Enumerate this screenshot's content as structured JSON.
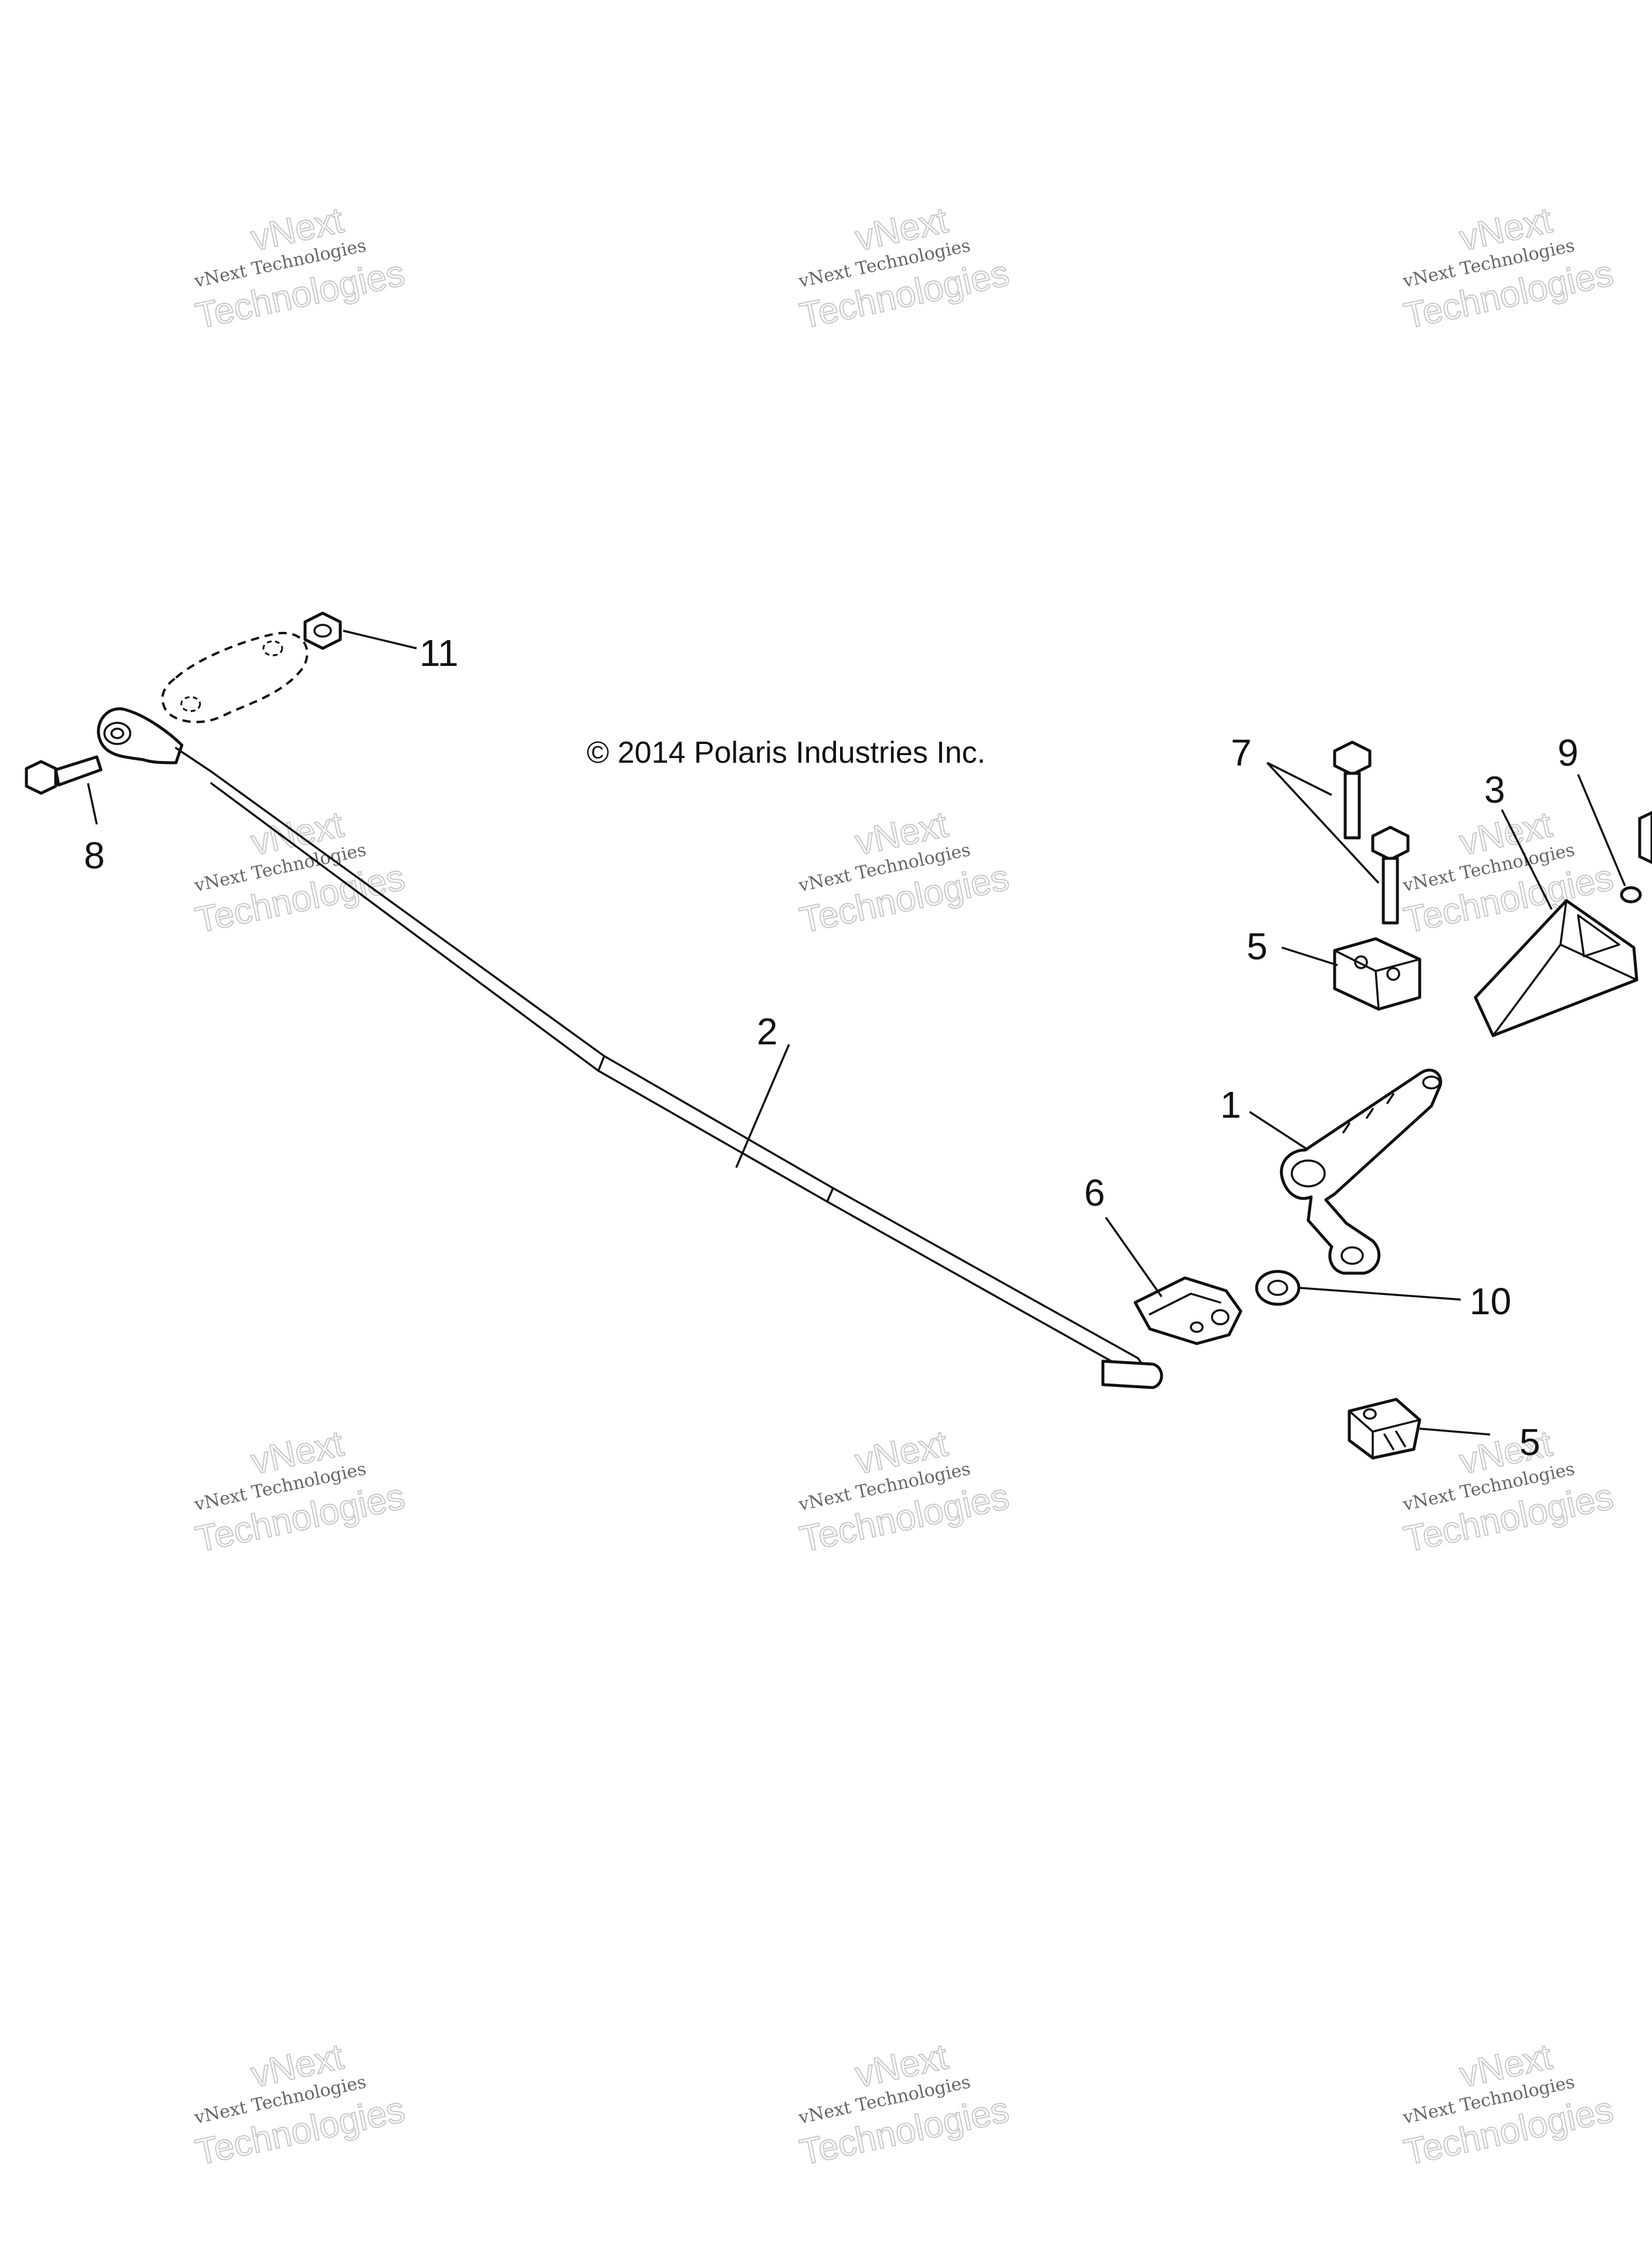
{
  "copyright": "© 2014 Polaris Industries Inc.",
  "watermark": {
    "line1": "vNext Technologies",
    "ghost_top": "vNext",
    "ghost_bottom": "Technologies"
  },
  "callouts": {
    "c1": "1",
    "c2": "2",
    "c3": "3",
    "c5a": "5",
    "c5b": "5",
    "c6": "6",
    "c7": "7",
    "c8": "8",
    "c9": "9",
    "c10": "10",
    "c11": "11"
  }
}
